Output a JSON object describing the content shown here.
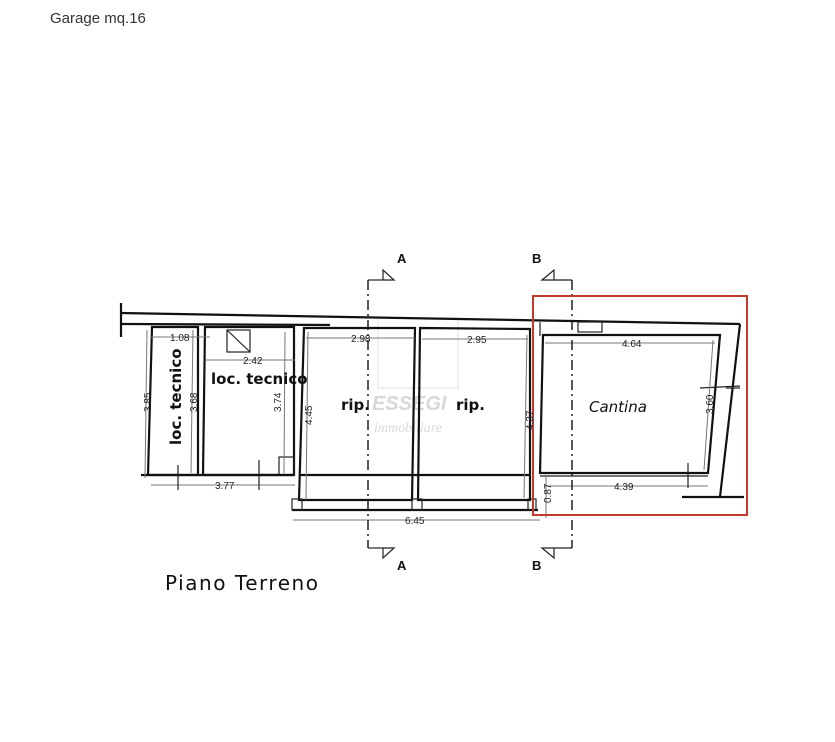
{
  "header": {
    "title": "Garage mq.16"
  },
  "plan": {
    "name": "Piano Terreno",
    "rooms": [
      "loc. tecnico",
      "loc. tecnico",
      "rip.",
      "rip.",
      "Cantina"
    ],
    "dimensions": {
      "d108": "1.08",
      "d242": "2.42",
      "d298": "2.98",
      "d295": "2.95",
      "d464": "4.64",
      "d385": "3.85",
      "d368": "3.68",
      "d374": "3.74",
      "d445": "4.45",
      "d437": "4.37",
      "d360": "3.60",
      "d377": "3.77",
      "d645": "6.45",
      "d087": "0.87",
      "d439": "4.39"
    },
    "sections": {
      "a": "A",
      "b": "B"
    },
    "watermark": {
      "brand": "ESSEGI",
      "sub": "immobiliare"
    },
    "highlight_color": "#c0392b"
  }
}
